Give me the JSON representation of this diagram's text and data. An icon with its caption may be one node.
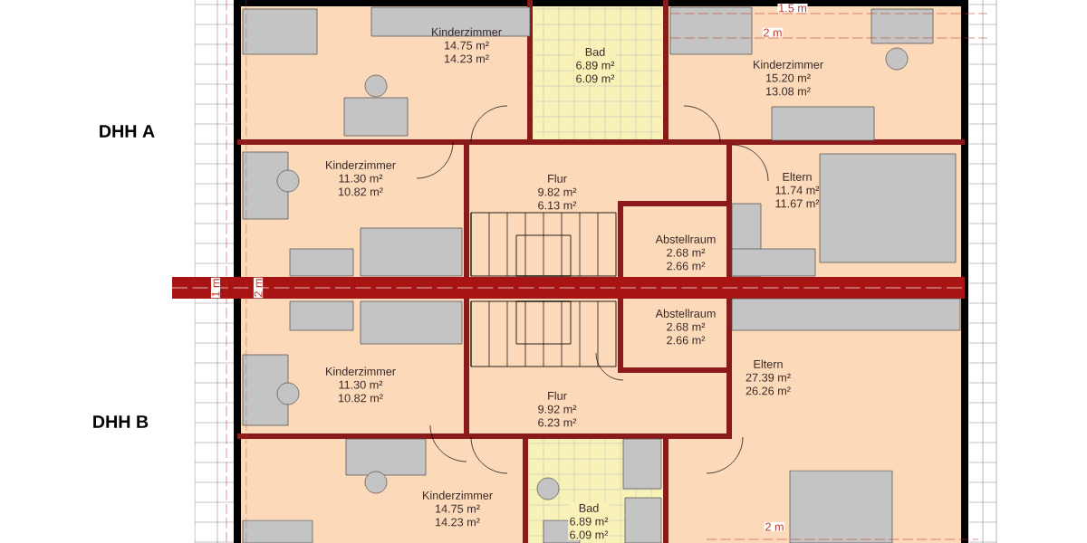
{
  "diagram": {
    "nodes": [
      {
        "text": [
          "Kinderzimmer",
          "14.75 m²",
          "14.23 m²"
        ]
      },
      {
        "text": [
          "Bad",
          "6.89 m²",
          "6.09 m²"
        ]
      },
      {
        "text": [
          "Kinderzimmer",
          "15.20 m²",
          "13.08 m²"
        ]
      },
      {
        "text": [
          "Kinderzimmer",
          "11.30 m²",
          "10.82 m²"
        ]
      },
      {
        "text": [
          "Flur",
          "9.82 m²",
          "6.13 m²"
        ]
      },
      {
        "text": [
          "Abstellraum",
          "2.68 m²",
          "2.66 m²"
        ]
      },
      {
        "text": [
          "Eltern",
          "11.74 m²",
          "11.67 m²"
        ]
      },
      {
        "text": [
          "Abstellraum",
          "2.68 m²",
          "2.66 m²"
        ]
      },
      {
        "text": [
          "Kinderzimmer",
          "11.30 m²",
          "10.82 m²"
        ]
      },
      {
        "text": [
          "Flur",
          "9.92 m²",
          "6.23 m²"
        ]
      },
      {
        "text": [
          "Eltern",
          "27.39 m²",
          "26.26 m²"
        ]
      },
      {
        "text": [
          "Kinderzimmer",
          "14.75 m²",
          "14.23 m²"
        ]
      },
      {
        "text": [
          "Bad",
          "6.89 m²",
          "6.09 m²"
        ]
      }
    ],
    "labels": [
      "1.5 m",
      "2 m",
      "DHH A",
      "1 m",
      "2 m",
      "DHH B",
      "2 m"
    ]
  }
}
